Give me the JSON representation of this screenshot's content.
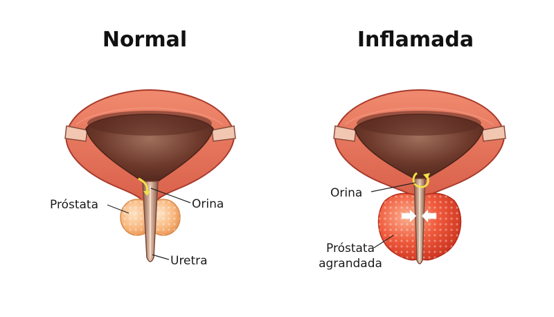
{
  "panels": {
    "normal": {
      "title": "Normal",
      "labels": {
        "prostate": "Próstata",
        "urine": "Orina",
        "urethra": "Uretra"
      }
    },
    "inflamed": {
      "title": "Inflamada",
      "labels": {
        "urine": "Orina",
        "prostate_line1": "Próstata",
        "prostate_line2": "agrandada"
      }
    }
  },
  "colors": {
    "bladder_wall": "#e8725c",
    "bladder_wall_dark": "#b8473a",
    "bladder_inner": "#6e3a2c",
    "urethra": "#c9a68f",
    "prostate_normal": "#f7b47a",
    "prostate_inflamed": "#e84a30",
    "flow_arrow": "#f2e24a"
  }
}
